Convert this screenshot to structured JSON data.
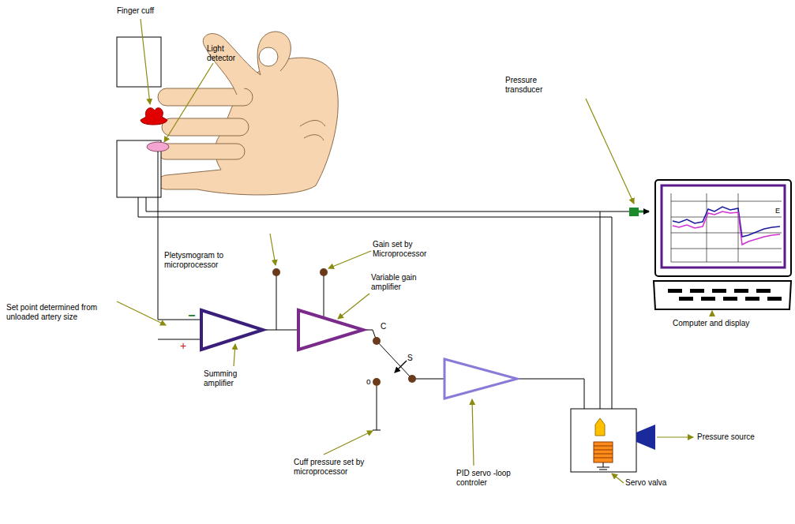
{
  "diagram": {
    "labels": [
      "Finger cuff",
      "Light detector",
      "Pressure transducer",
      "Pletysmogram  to microprocessor",
      "Gain set by Microprocessor",
      "Variable gain amplifier",
      "Set point determined from unloaded artery size",
      "Summing amplifier",
      "C",
      "S",
      "o",
      "Cuff pressure set by microprocessor",
      "PID servo -loop controler",
      "Servo valva",
      "Pressure source",
      "Computer and display",
      "E",
      "−",
      "+"
    ]
  }
}
